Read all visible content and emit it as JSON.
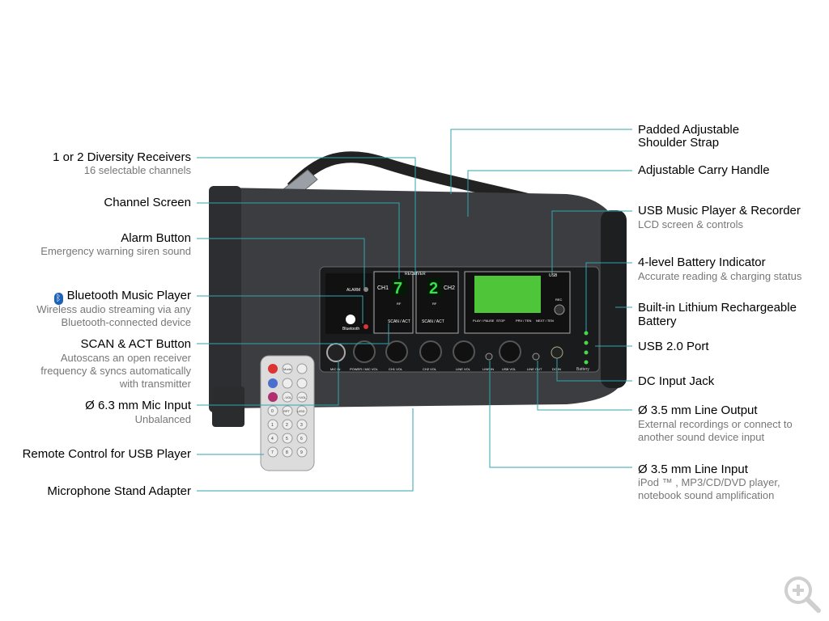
{
  "left_callouts": [
    {
      "title": "1 or 2 Diversity Receivers",
      "sub": "16 selectable channels"
    },
    {
      "title": "Channel Screen",
      "sub": ""
    },
    {
      "title": "Alarm Button",
      "sub": "Emergency warning siren sound"
    },
    {
      "title": "Bluetooth Music Player",
      "sub_lines": [
        "Wireless audio streaming via any",
        "Bluetooth-connected device"
      ]
    },
    {
      "title": "SCAN & ACT Button",
      "sub_lines": [
        "Autoscans an open receiver",
        "frequency & syncs automatically",
        "with transmitter"
      ]
    },
    {
      "title": "Ø 6.3 mm Mic Input",
      "sub": "Unbalanced"
    },
    {
      "title": "Remote Control for USB Player",
      "sub": ""
    },
    {
      "title": "Microphone Stand Adapter",
      "sub": ""
    }
  ],
  "right_callouts": [
    {
      "title_lines": [
        "Padded Adjustable",
        "Shoulder Strap"
      ]
    },
    {
      "title": "Adjustable Carry Handle"
    },
    {
      "title": "USB Music Player & Recorder",
      "sub": "LCD screen & controls"
    },
    {
      "title": "4-level Battery Indicator",
      "sub": "Accurate reading & charging status"
    },
    {
      "title_lines": [
        "Built-in Lithium Rechargeable",
        "Battery"
      ]
    },
    {
      "title": "USB 2.0 Port"
    },
    {
      "title": "DC Input Jack"
    },
    {
      "title": "Ø 3.5 mm Line Output",
      "sub_lines": [
        "External recordings or connect to",
        "another sound device input"
      ]
    },
    {
      "title": "Ø 3.5 mm Line Input",
      "sub_lines": [
        "iPod ™ , MP3/CD/DVD player,",
        "notebook sound amplification"
      ]
    }
  ],
  "panel": {
    "receiver_tag": "RECEIVER",
    "ch1_label": "CH1",
    "ch1_value": "7",
    "ch2_label": "CH2",
    "ch2_value": "2",
    "rf": "RF",
    "scan_act": "SCAN / ACT",
    "alarm": "ALARM",
    "bluetooth": "Bluetooth",
    "usb_tag": "USB",
    "rec": "REC",
    "usb_buttons": [
      "PLAY / PAUSE",
      "STOP",
      "PRV / TEN",
      "NEXT / TEN"
    ],
    "knob_labels": [
      "MIC IN",
      "POWER / MIC VOL",
      "CH1 VOL",
      "CH2 VOL",
      "LINE VOL",
      "LINE IN",
      "USB VOL",
      "LINE OUT",
      "DC IN"
    ],
    "battery": "Battery"
  },
  "remote": {
    "keys": [
      "Mode",
      "1",
      "2",
      "3",
      "4",
      "5",
      "6",
      "7",
      "8",
      "9",
      "0",
      "RPT",
      "U/SD",
      "-VOL",
      "+VOL"
    ]
  },
  "colors": {
    "leader": "#2fa7ae",
    "sub_text": "#777777",
    "lcd": "#4fc63a"
  },
  "icons": {
    "bluetooth": "bluetooth-icon",
    "zoom": "zoom-in-icon"
  }
}
